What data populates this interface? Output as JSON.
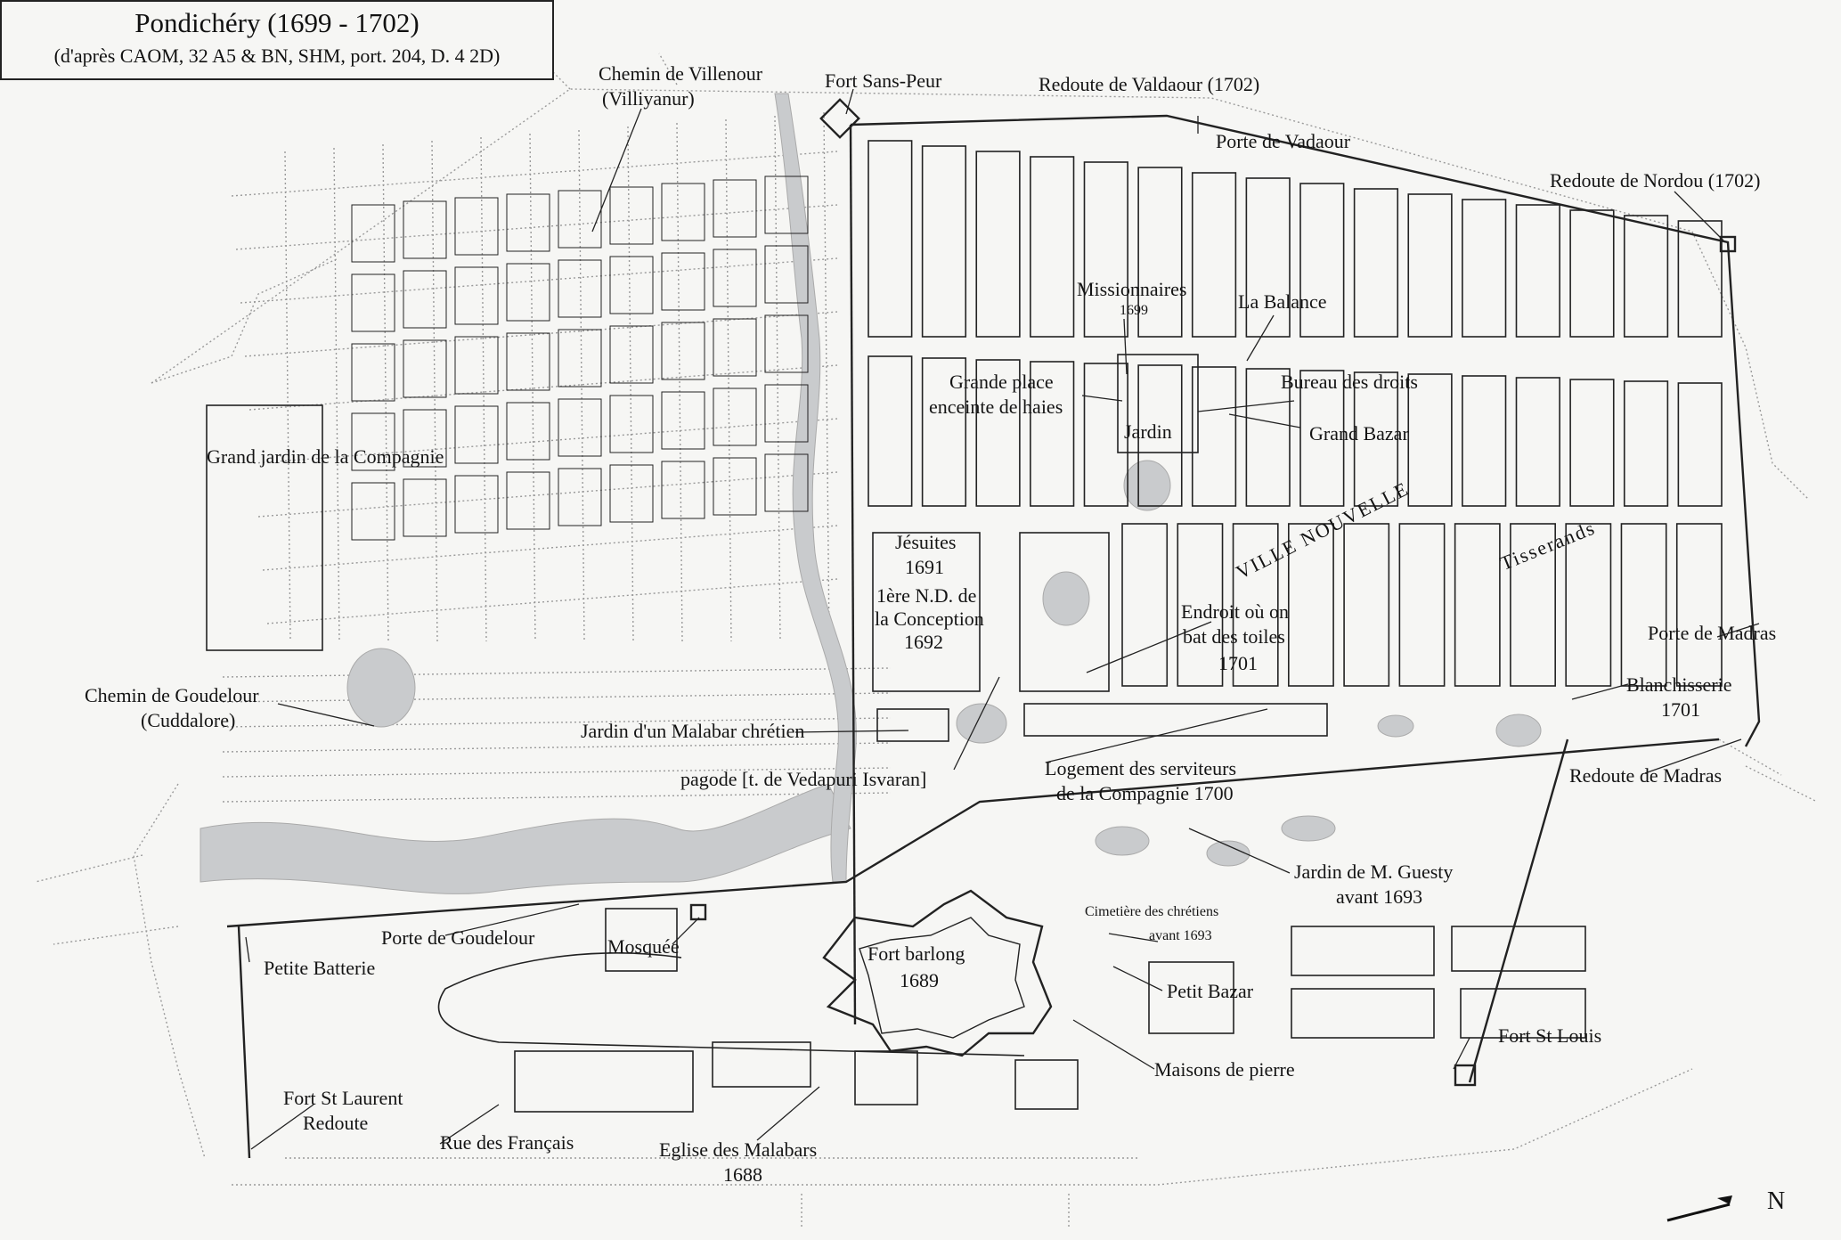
{
  "title": "Pondichéry (1699 - 1702)",
  "subtitle": "(d'après CAOM, 32 A5 & BN, SHM, port. 204, D. 4 2D)",
  "north_letter": "N",
  "colors": {
    "paper": "#f6f6f4",
    "ink": "#222222",
    "street": "#9a9a9a",
    "water": "#c9cbcd"
  },
  "labels": {
    "chemin_villenour": "Chemin de Villenour",
    "villiyanur": "(Villiyanur)",
    "fort_sans_peur": "Fort Sans-Peur",
    "redoute_valdaour": "Redoute de Valdaour (1702)",
    "porte_vadaour": "Porte de Vadaour",
    "redoute_nordou": "Redoute de Nordou (1702)",
    "missionnaires": "Missionnaires",
    "missionnaires_year": "1699",
    "la_balance": "La Balance",
    "grande_place_1": "Grande place",
    "grande_place_2": "enceinte de haies",
    "bureau_droits": "Bureau des droits",
    "jardin": "Jardin",
    "grand_bazar": "Grand Bazar",
    "grand_jardin": "Grand jardin de la Compagnie",
    "tisserands": "Tisserands",
    "ville_nouvelle": "VILLE NOUVELLE",
    "jesuites": "Jésuites",
    "jesuites_year": "1691",
    "nd_conception_1": "1ère N.D. de",
    "nd_conception_2": "la Conception",
    "nd_conception_year": "1692",
    "endroit_1": "Endroit où on",
    "endroit_2": "bat des toiles",
    "endroit_year": "1701",
    "porte_madras": "Porte de Madras",
    "chemin_goudelour": "Chemin de Goudelour",
    "cuddalore": "(Cuddalore)",
    "blanchisserie": "Blanchisserie",
    "blanchisserie_year": "1701",
    "jardin_malabar": "Jardin d'un Malabar chrétien",
    "pagode": "pagode [t. de Vedapuri Isvaran]",
    "logement_1": "Logement des serviteurs",
    "logement_2": "de la Compagnie 1700",
    "redoute_madras": "Redoute de Madras",
    "jardin_guesty_1": "Jardin de M. Guesty",
    "jardin_guesty_2": "avant 1693",
    "cimetiere": "Cimetière des chrétiens",
    "cimetiere_year": "avant 1693",
    "porte_goudelour": "Porte de Goudelour",
    "mosquee": "Mosquée",
    "fort_barlong": "Fort barlong",
    "fort_barlong_year": "1689",
    "petite_batterie": "Petite Batterie",
    "petit_bazar": "Petit Bazar",
    "fort_st_louis": "Fort St Louis",
    "maisons_pierre": "Maisons de pierre",
    "fort_st_laurent": "Fort St Laurent",
    "redoute": "Redoute",
    "rue_francais": "Rue des Français",
    "eglise_malabars": "Eglise des Malabars",
    "eglise_year": "1688"
  }
}
